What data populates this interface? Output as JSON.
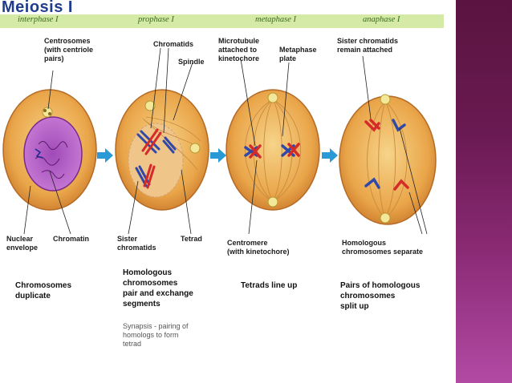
{
  "title": "Meiosis I",
  "phases": [
    "interphase I",
    "prophase I",
    "metaphase I",
    "anaphase I"
  ],
  "labels": {
    "centrosomes": "Centrosomes\n(with centriole\npairs)",
    "chromatids": "Chromatids",
    "spindle": "Spindle",
    "microtubule": "Microtubule\nattached to\nkinetochore",
    "metaphase_plate": "Metaphase\nplate",
    "sister_attached": "Sister chromatids\nremain attached",
    "nuclear_envelope": "Nuclear\nenvelope",
    "chromatin": "Chromatin",
    "sister_chromatids": "Sister\nchromatids",
    "tetrad": "Tetrad",
    "centromere": "Centromere\n(with kinetochore)",
    "homologous_separate": "Homologous\nchromosomes separate"
  },
  "captions": {
    "interphase": "Chromosomes\nduplicate",
    "prophase": "Homologous\nchromosomes\npair and exchange\nsegments",
    "metaphase": "Tetrads line up",
    "anaphase": "Pairs of homologous\nchromosomes\nsplit up"
  },
  "note": "Synapsis - pairing of\nhomologs to form\ntetrad",
  "colors": {
    "phase_bar": "#d6eaa8",
    "title": "#1f3d8c",
    "cell_fill": "#e9a74a",
    "arrow": "#2a9ad6",
    "chromosome_red": "#d42a2a",
    "chromosome_blue": "#3048a8",
    "side_bar_top": "#5a1440",
    "side_bar_bottom": "#b24aa4"
  }
}
